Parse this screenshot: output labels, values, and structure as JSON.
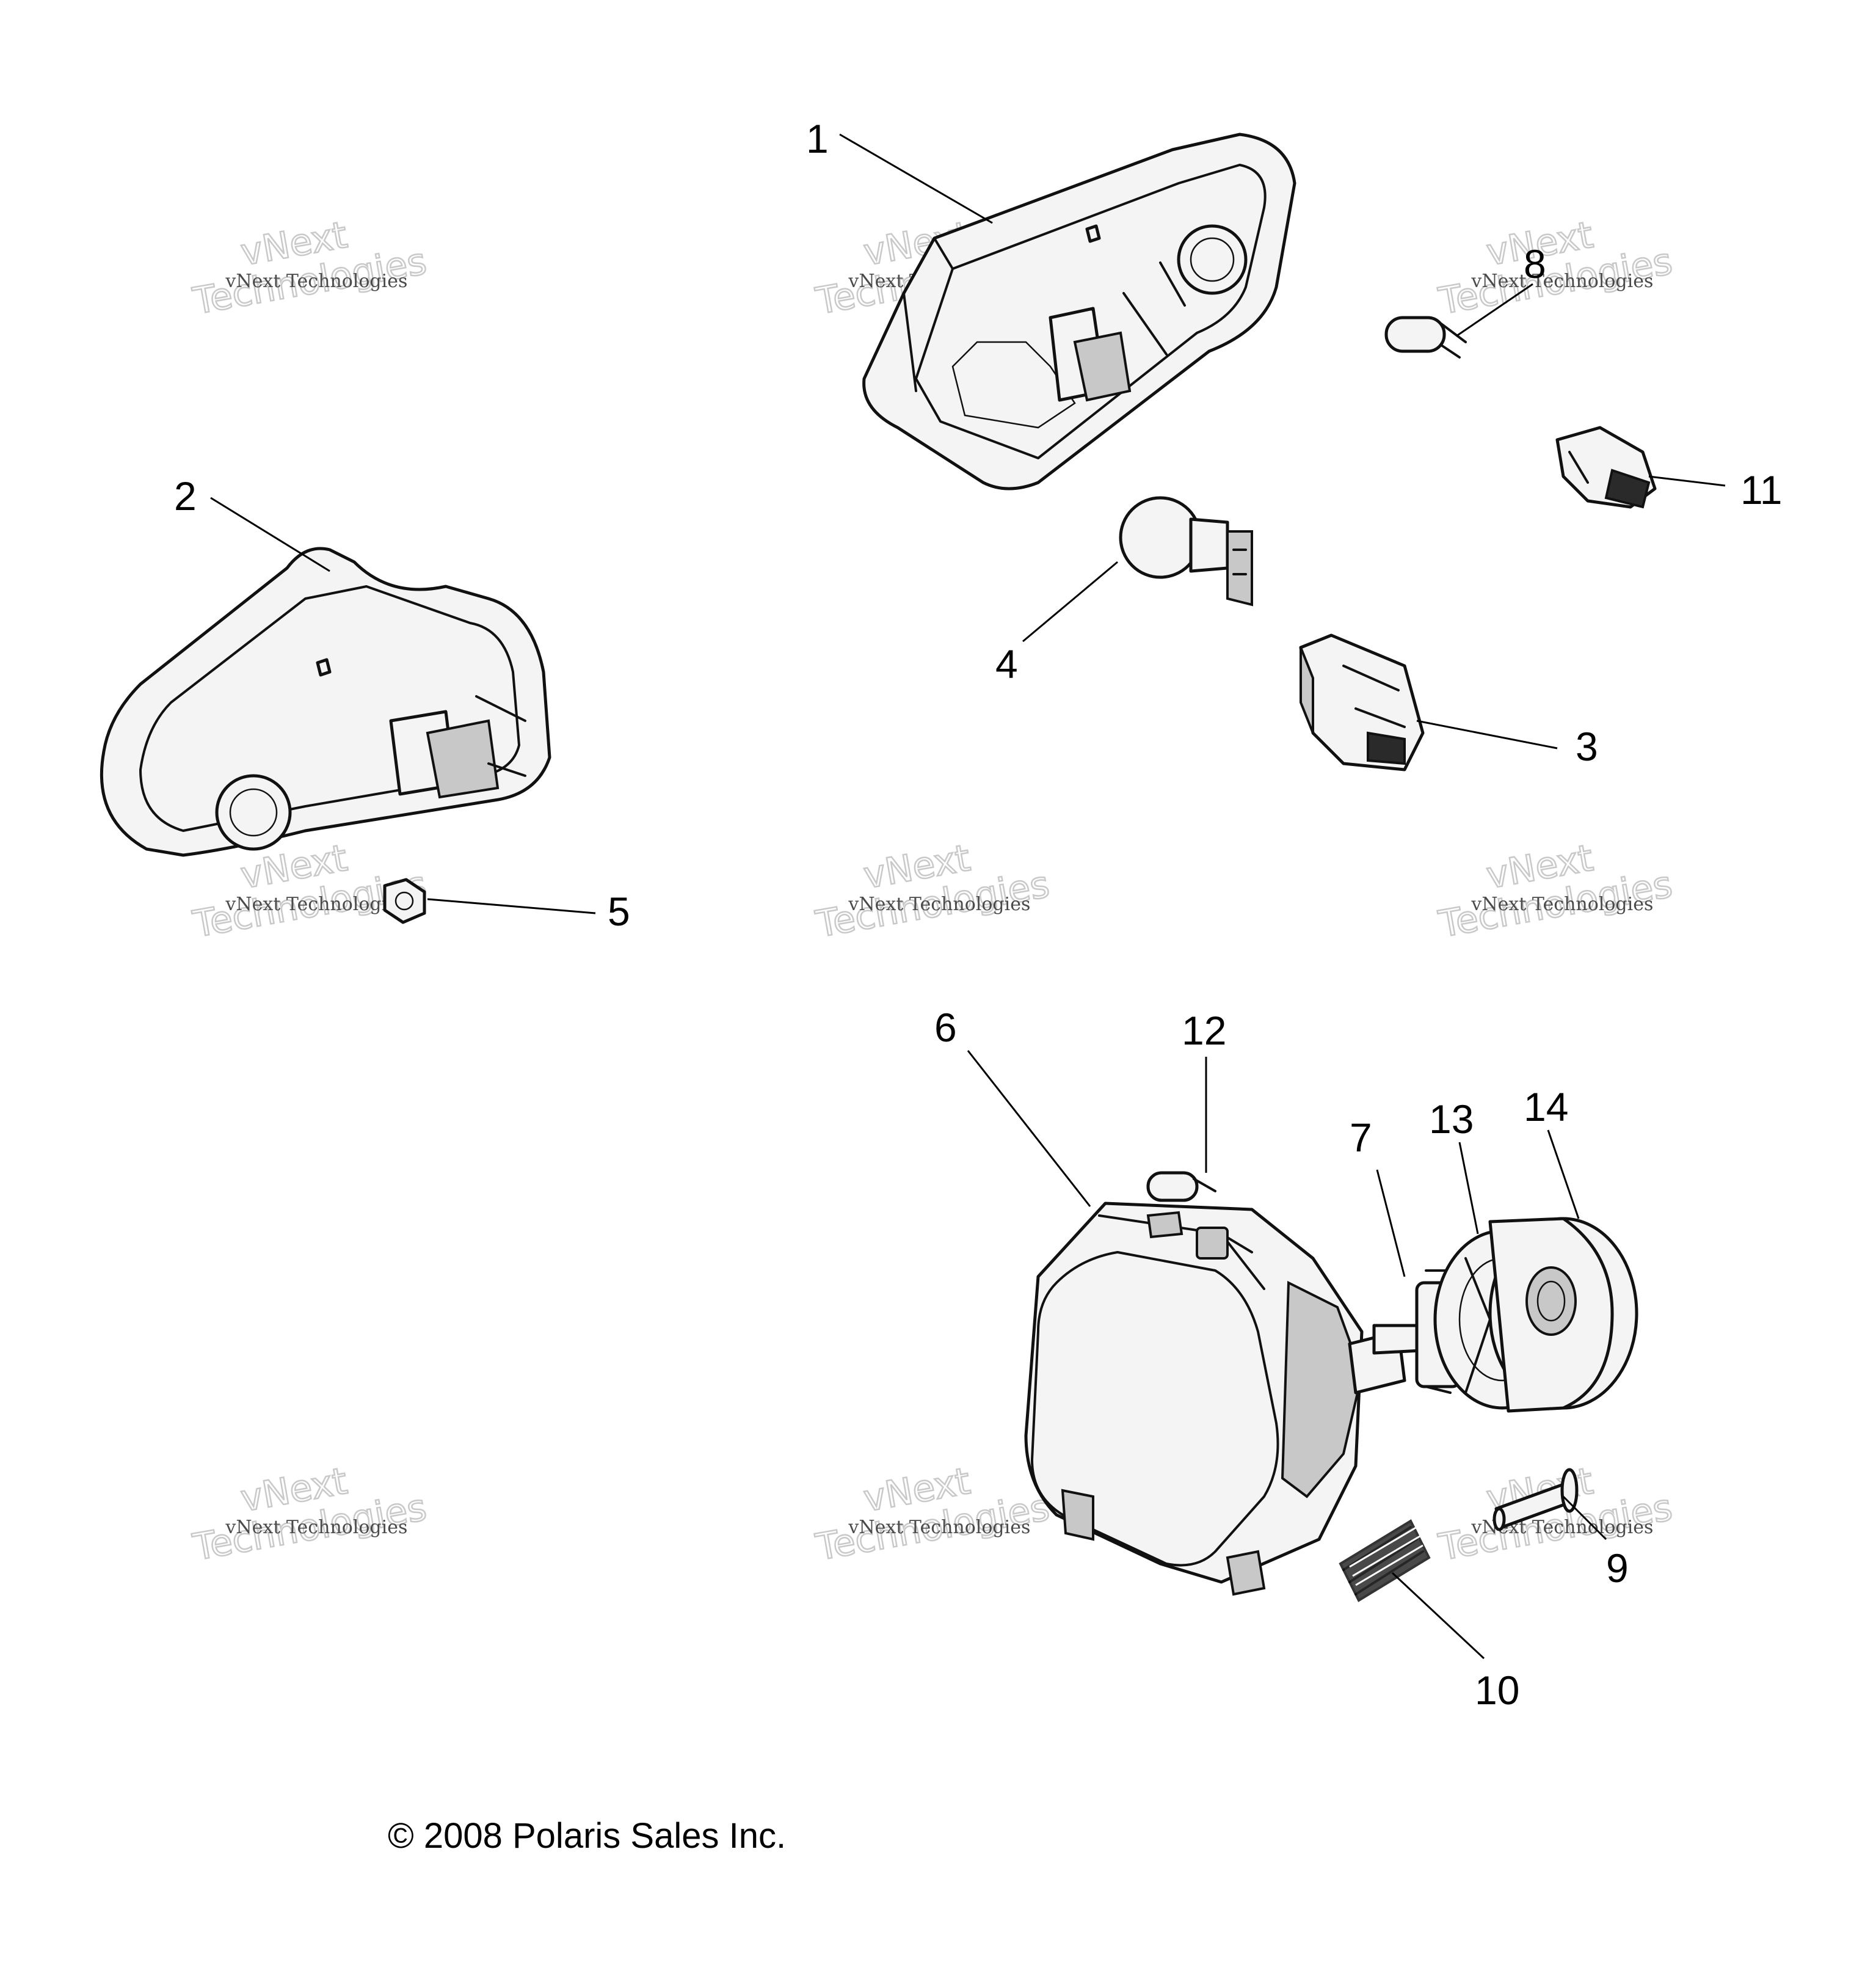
{
  "callouts": [
    "1",
    "2",
    "3",
    "4",
    "5",
    "6",
    "7",
    "8",
    "9",
    "10",
    "11",
    "12",
    "13",
    "14"
  ],
  "watermark": {
    "big_line1": "vNext",
    "big_line2": "Technologies",
    "small": "vNext Technologies"
  },
  "copyright": "© 2008 Polaris Sales Inc."
}
